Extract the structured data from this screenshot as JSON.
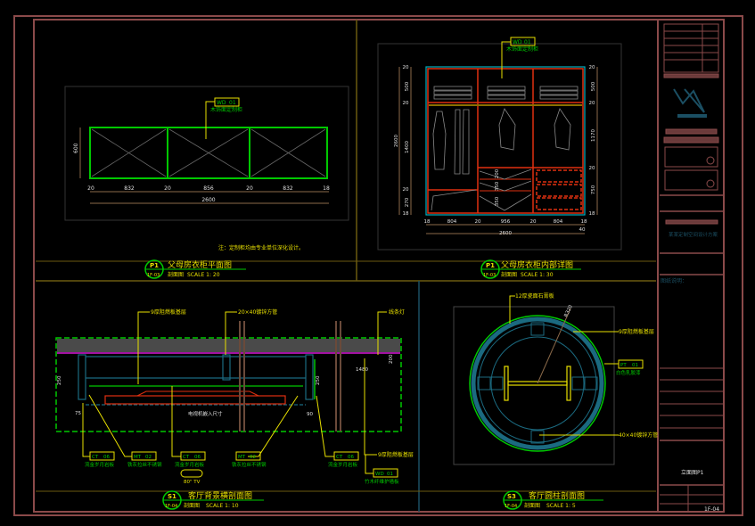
{
  "drawings": [
    {
      "code": "P1",
      "sheet": "1F-03",
      "title": "父母房衣柜平面图",
      "subtitle": "剖面图",
      "scale": "SCALE  1: 20"
    },
    {
      "code": "P1",
      "sheet": "1F-03",
      "title": "父母房衣柜内部详图",
      "subtitle": "剖面图",
      "scale": "SCALE  1: 30"
    },
    {
      "code": "S1",
      "sheet": "1F-04",
      "title": "客厅背景横剖面图",
      "subtitle": "剖面图",
      "scale": "SCALE  1: 10"
    },
    {
      "code": "S3",
      "sheet": "1F-04",
      "title": "客厅圆柱剖面图",
      "subtitle": "剖面图",
      "scale": "SCALE  1: 5"
    }
  ],
  "plan": {
    "tag_code": "WD",
    "tag_num": "01",
    "tag_label": "木饰面定制柜",
    "dims": [
      "20",
      "832",
      "20",
      "856",
      "20",
      "832",
      "18"
    ],
    "total": "2600",
    "depth": "600",
    "note": "注：定制柜均由专业单位深化设计。"
  },
  "elevation": {
    "tag_code": "WD",
    "tag_num": "01",
    "tag_label": "木饰面定制柜",
    "left_dims": [
      "20",
      "500",
      "20",
      "1400",
      "20",
      "270",
      "18"
    ],
    "left_total": "2600",
    "right_dims": [
      "20",
      "500",
      "20",
      "1170",
      "20",
      "750",
      "18"
    ],
    "mid_dims": [
      "200",
      "350",
      "350"
    ],
    "bottom_dims": [
      "18",
      "804",
      "20",
      "956",
      "20",
      "804",
      "18"
    ],
    "bottom_total": "2600",
    "bottom_extra": "40"
  },
  "section": {
    "callouts": [
      "9厚阻燃板基层",
      "20×40镀锌方管",
      "线条灯"
    ],
    "tags": [
      {
        "code": "CT",
        "num": "06",
        "label": "流金岁月岩板"
      },
      {
        "code": "MT",
        "num": "02",
        "label": "铁灰拉丝不锈钢"
      },
      {
        "code": "CT",
        "num": "06",
        "label": "流金岁月岩板"
      },
      {
        "code": "MT",
        "num": "02",
        "label": "铁灰拉丝不锈钢"
      },
      {
        "code": "CT",
        "num": "06",
        "label": "流金岁月岩板"
      },
      {
        "code": "WD",
        "num": "01",
        "label": "竹木纤维护墙板"
      }
    ],
    "tv_label": "80\" TV",
    "right_callout": "9厚阻燃板基层",
    "dims": [
      "250",
      "75",
      "250",
      "90",
      "1480",
      "200"
    ],
    "center_label": "电视机嵌入尺寸"
  },
  "column": {
    "callouts": [
      "12厚瓷面石膏板",
      "9厚阻燃板基层",
      "40×40镀锌方管"
    ],
    "tag_code": "PT",
    "tag_num": "01",
    "tag_label": "白色乳胶漆",
    "radius": "R320"
  },
  "titleblock": {
    "logo": "VX",
    "project": "某某定制空间设计方案",
    "drawing_name": "立面图P1",
    "sheet_no": "1F-04",
    "note_title": "图纸说明："
  },
  "colors": {
    "frame": "#8b4a4a",
    "green": "#00c800",
    "yellow": "#e8e000",
    "teal": "#1b4f63",
    "red": "#e03010"
  }
}
